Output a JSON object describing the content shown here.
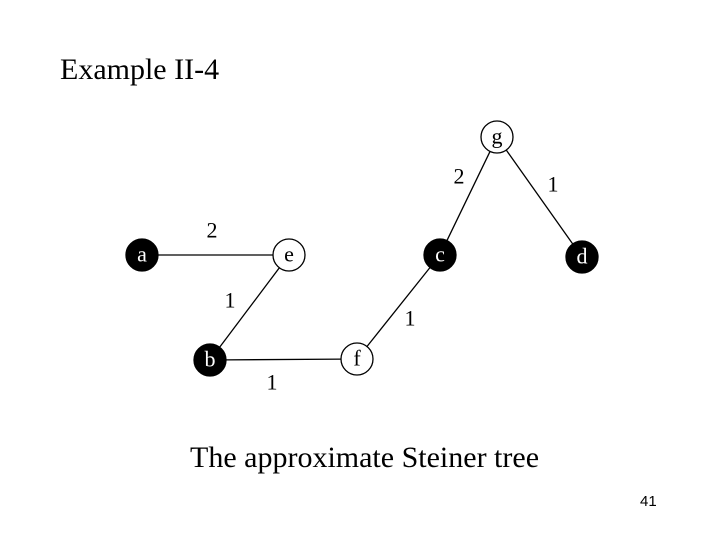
{
  "slide": {
    "title": "Example II-4",
    "caption": "The approximate Steiner tree",
    "page_number": "41"
  },
  "graph": {
    "nodes": [
      {
        "id": "a",
        "label": "a",
        "fill": "#000000",
        "text_color": "#ffffff"
      },
      {
        "id": "b",
        "label": "b",
        "fill": "#000000",
        "text_color": "#ffffff"
      },
      {
        "id": "c",
        "label": "c",
        "fill": "#000000",
        "text_color": "#ffffff"
      },
      {
        "id": "d",
        "label": "d",
        "fill": "#000000",
        "text_color": "#ffffff"
      },
      {
        "id": "e",
        "label": "e",
        "fill": "#ffffff",
        "text_color": "#000000"
      },
      {
        "id": "f",
        "label": "f",
        "fill": "#ffffff",
        "text_color": "#000000"
      },
      {
        "id": "g",
        "label": "g",
        "fill": "#ffffff",
        "text_color": "#000000"
      }
    ],
    "edges": [
      {
        "from": "a",
        "to": "e",
        "weight": "2"
      },
      {
        "from": "e",
        "to": "b",
        "weight": "1"
      },
      {
        "from": "b",
        "to": "f",
        "weight": "1"
      },
      {
        "from": "f",
        "to": "c",
        "weight": "1"
      },
      {
        "from": "c",
        "to": "g",
        "weight": "2"
      },
      {
        "from": "g",
        "to": "d",
        "weight": "1"
      }
    ]
  }
}
